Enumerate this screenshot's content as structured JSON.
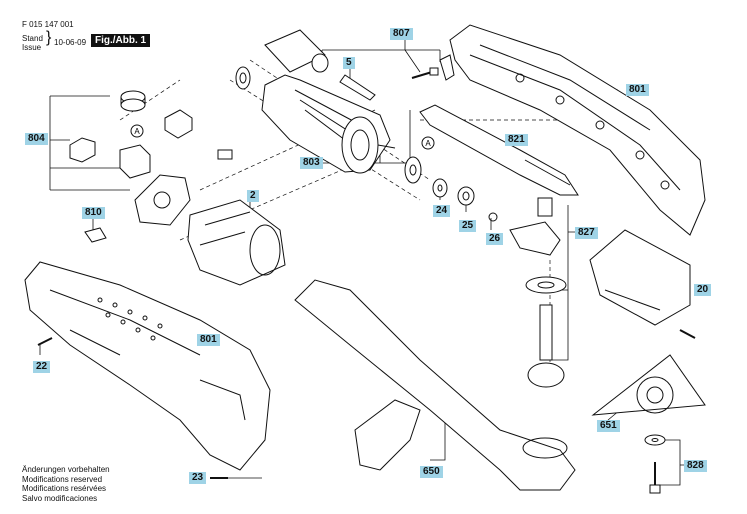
{
  "header": {
    "part_number": "F 015 147 001",
    "stand": "Stand",
    "issue": "Issue",
    "date": "10-06-09",
    "figure": "Fig./Abb. 1"
  },
  "callouts": {
    "c807": "807",
    "c5": "5",
    "c801a": "801",
    "c804": "804",
    "c803": "803",
    "c821": "821",
    "c2": "2",
    "c810": "810",
    "c24": "24",
    "c25": "25",
    "c26": "26",
    "c827": "827",
    "c20": "20",
    "c801b": "801",
    "c22": "22",
    "c651": "651",
    "c828": "828",
    "c23": "23",
    "c650": "650"
  },
  "markers": {
    "a1": "A",
    "a2": "A"
  },
  "notes": [
    "Änderungen vorbehalten",
    "Modifications reserved",
    "Modifications resérvées",
    "Salvo modificaciones"
  ],
  "colors": {
    "label_bg": "#9fd3e6",
    "ink": "#111111"
  }
}
